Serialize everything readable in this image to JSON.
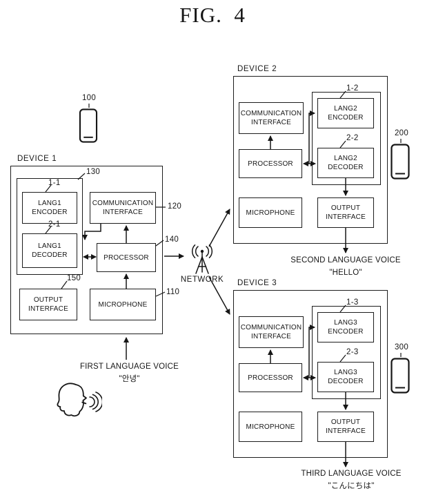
{
  "title": "FIG.  4",
  "colors": {
    "ink": "#161616",
    "background": "#ffffff"
  },
  "icons": [
    "phone-icon",
    "network-antenna-icon",
    "speaking-person-icon"
  ],
  "network": {
    "label": "NETWORK"
  },
  "devices": {
    "device1": {
      "label": "DEVICE 1",
      "phone_ref": "100",
      "encoder": "LANG1\nENCODER",
      "decoder": "LANG1\nDECODER",
      "comm": "COMMUNICATION\nINTERFACE",
      "processor": "PROCESSOR",
      "output": "OUTPUT\nINTERFACE",
      "microphone": "MICROPHONE",
      "refs": {
        "encoder": "1-1",
        "decoder": "2-1",
        "inner": "130",
        "comm": "120",
        "processor": "140",
        "output": "150",
        "microphone": "110"
      }
    },
    "device2": {
      "label": "DEVICE 2",
      "phone_ref": "200",
      "encoder": "LANG2\nENCODER",
      "decoder": "LANG2\nDECODER",
      "comm": "COMMUNICATION\nINTERFACE",
      "processor": "PROCESSOR",
      "output": "OUTPUT\nINTERFACE",
      "microphone": "MICROPHONE",
      "refs": {
        "encoder": "1-2",
        "decoder": "2-2"
      }
    },
    "device3": {
      "label": "DEVICE 3",
      "phone_ref": "300",
      "encoder": "LANG3\nENCODER",
      "decoder": "LANG3\nDECODER",
      "comm": "COMMUNICATION\nINTERFACE",
      "processor": "PROCESSOR",
      "output": "OUTPUT\nINTERFACE",
      "microphone": "MICROPHONE",
      "refs": {
        "encoder": "1-3",
        "decoder": "2-3"
      }
    }
  },
  "voices": {
    "first": "FIRST LANGUAGE VOICE\n\"안녕\"",
    "second": "SECOND LANGUAGE VOICE\n\"HELLO\"",
    "third": "THIRD LANGUAGE VOICE\n\"こんにちは\""
  }
}
